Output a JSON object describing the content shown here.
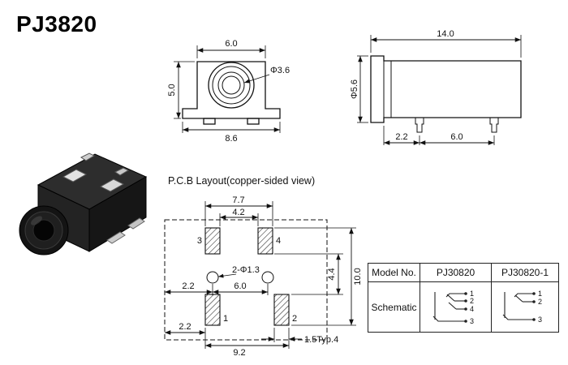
{
  "title": "PJ3820",
  "front_view": {
    "dim_top_width": "6.0",
    "dim_height": "5.0",
    "dim_bottom_width": "8.6",
    "dim_hole_dia": "Φ3.6"
  },
  "side_view": {
    "dim_length": "14.0",
    "dim_dia": "Φ5.6",
    "dim_pin_offset": "2.2",
    "dim_pin_pitch": "6.0"
  },
  "pcb_layout": {
    "caption": "P.C.B Layout(copper-sided view)",
    "dim_pads_outer_x": "7.7",
    "dim_pads_inner_x": "4.2",
    "dim_rows_inner_y": "4.4",
    "dim_rows_outer_y": "10.0",
    "holes_note": "2-Φ1.3",
    "dim_hole_offset_x": "2.2",
    "dim_hole_pitch_x": "6.0",
    "dim_pad1_offset_x": "2.2",
    "dim_pads_span_x": "9.2",
    "pad_width_note": "1.5Typ.4",
    "pad_labels": {
      "p1": "1",
      "p2": "2",
      "p3": "3",
      "p4": "4"
    }
  },
  "table": {
    "col_model": "Model No.",
    "col_m1": "PJ30820",
    "col_m2": "PJ30820-1",
    "row_schematic": "Schematic",
    "sch1_pins": [
      "1",
      "2",
      "4",
      "3"
    ],
    "sch2_pins": [
      "1",
      "2",
      "3"
    ]
  }
}
